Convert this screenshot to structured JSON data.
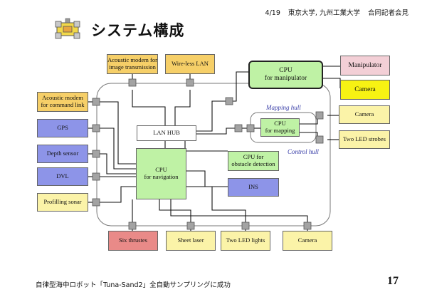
{
  "header": {
    "date": "4/19",
    "institutions": "東京大学, 九州工業大学",
    "event": "合同記者会見"
  },
  "title": "システム構成",
  "footer": {
    "caption": "自律型海中ロボット「Tuna-Sand2」全自動サンプリングに成功",
    "page": "17"
  },
  "hulls": {
    "mapping": "Mapping hull",
    "control": "Control hull"
  },
  "blocks": {
    "acoustic_image": {
      "line1": "Acoustic modem for",
      "line2": "image transmission"
    },
    "wireless_lan": "Wire-less LAN",
    "cpu_manipulator": {
      "line1": "CPU",
      "line2": "for manipulator"
    },
    "manipulator": "Manipulator",
    "camera_top": "Camera",
    "acoustic_command": {
      "line1": "Acoustic modem",
      "line2": "for command link"
    },
    "gps": "GPS",
    "depth_sensor": "Depth sensor",
    "dvl": "DVL",
    "profiling_sonar": "Profilling sonar",
    "lan_hub": "LAN HUB",
    "cpu_navigation": {
      "line1": "CPU",
      "line2": "for navigation"
    },
    "cpu_obstacle": {
      "line1": "CPU for",
      "line2": "obstacle detection"
    },
    "ins": "INS",
    "cpu_mapping": {
      "line1": "CPU",
      "line2": "for mapping"
    },
    "camera_mapping": "Camera",
    "led_strobes": "Two LED strobes",
    "six_thrusters": "Six thrustes",
    "sheet_laser": "Sheet laser",
    "led_lights": "Two LED lights",
    "camera_bottom": "Camera"
  },
  "colors": {
    "yellow": "#fbf3a8",
    "orange": "#f6cf68",
    "purple": "#8d94e8",
    "green": "#bff2a5",
    "red": "#e98a88",
    "pink": "#f3cfd6",
    "bright_yellow": "#f7f213",
    "hull_label": "#3a3fa8"
  }
}
